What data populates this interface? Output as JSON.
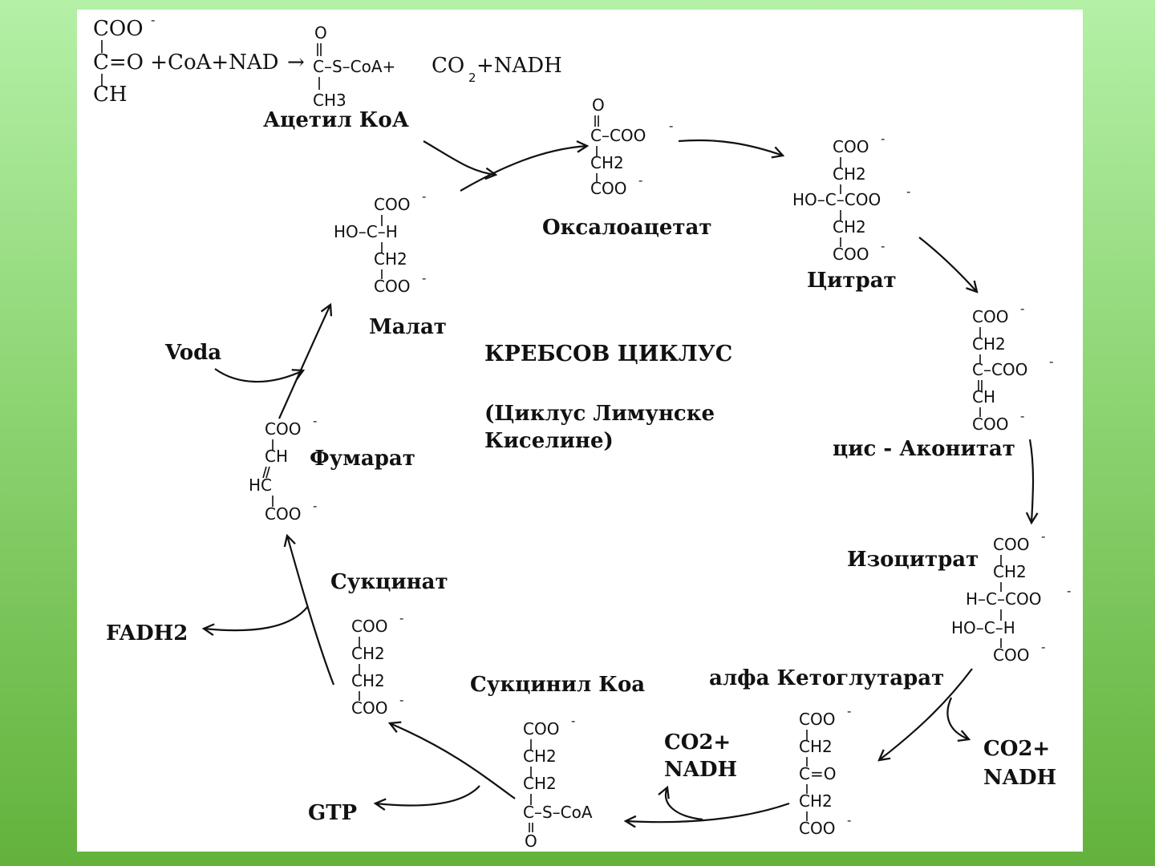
{
  "diagram": {
    "title": "КРЕБСОВ ЦИКЛУС",
    "subtitle_line1": "(Циклус Лимунске",
    "subtitle_line2": "Киселине)"
  },
  "top_reaction": {
    "coo": "COO",
    "co_line": "C=O +CoA+NAD",
    "ch": "CH",
    "o": "O",
    "c_s_coa": "C–S–CoA+",
    "co2_nadh": "CO",
    "sub2": "2",
    "nadh": "+NADH",
    "ch3": "CH3",
    "reaction_arrow": "→"
  },
  "compounds": {
    "acetyl_coa": "Ацетил КоА",
    "oxaloacetate": "Оксалоацетат",
    "citrate": "Цитрат",
    "cis_aconitate": "цис - Аконитат",
    "isocitrate": "Изоцитрат",
    "alpha_ketoglutarate": "алфа Кетоглутарат",
    "succinyl_coa": "Сукцинил Коа",
    "succinate": "Сукцинат",
    "fumarate": "Фумарат",
    "malate": "Малат"
  },
  "side_products": {
    "voda": "Voda",
    "fadh2": "FADH2",
    "gtp": "GTP",
    "co2_a": "CO2+",
    "nadh_a": "NADH",
    "co2_b": "CO2+",
    "nadh_b": "NADH"
  },
  "groups": {
    "coo": "COO",
    "ch2": "CH2",
    "ch": "CH",
    "hc": "HC",
    "o": "O",
    "c_o": "C=O",
    "c_coo": "C–COO",
    "ho_c_coo": "HO–C–COO",
    "ho_c_h": "HO–C–H",
    "h_c_coo": "H–C–COO",
    "c_s_coa": "C–S–CoA",
    "minus": "-"
  }
}
